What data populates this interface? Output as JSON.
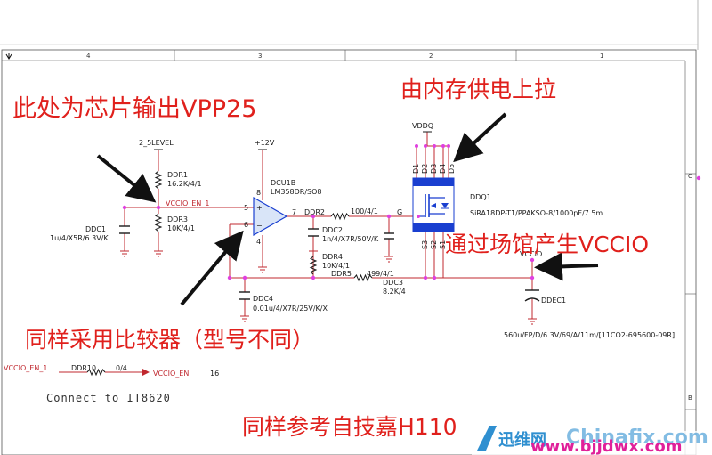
{
  "ruler": {
    "cols": [
      "4",
      "3",
      "2",
      "1"
    ]
  },
  "annotations": {
    "vpp25": "此处为芯片输出VPP25",
    "vddq_pullup": "由内存供电上拉",
    "vccio": "通过场馆产生VCCIO",
    "comparator": "同样采用比较器（型号不同）",
    "reference": "同样参考自技嘉H110"
  },
  "nets": {
    "level": "2_5LEVEL",
    "vcc12": "+12V",
    "vddq": "VDDQ",
    "vccio_en_1": "VCCIO_EN_1",
    "vccio": "VCCIO",
    "vccio_en": "VCCIO_EN",
    "gate": "G"
  },
  "parts": {
    "ddr1": {
      "ref": "DDR1",
      "value": "16.2K/4/1"
    },
    "ddr3": {
      "ref": "DDR3",
      "value": "10K/4/1"
    },
    "ddc1": {
      "ref": "DDC1",
      "value": "1u/4/X5R/6.3V/K"
    },
    "dcu1b": {
      "ref": "DCU1B",
      "value": "LM358DR/SO8"
    },
    "ddr2": {
      "ref": "DDR2",
      "value": "100/4/1"
    },
    "ddc2": {
      "ref": "DDC2",
      "value": "1n/4/X7R/50V/K"
    },
    "ddr4": {
      "ref": "DDR4",
      "value": "10K/4/1"
    },
    "ddr5": {
      "ref": "DDR5",
      "value": "499/4/1"
    },
    "ddc3": {
      "ref": "DDC3",
      "value": "8.2K/4"
    },
    "ddc4": {
      "ref": "DDC4",
      "value": "0.01u/4/X7R/25V/K/X"
    },
    "ddq1": {
      "ref": "DDQ1",
      "value": "SiRA18DP-T1/PPAKSO-8/1000pF/7.5m"
    },
    "ddec1": {
      "ref": "DDEC1",
      "value": "560u/FP/D/6.3V/69/A/11m/[11CO2-695600-09R]"
    },
    "ddr10": {
      "ref": "DDR10",
      "value": "0/4"
    }
  },
  "pins": {
    "p5": "5",
    "p6": "6",
    "p7": "7",
    "p8": "8",
    "p4": "4",
    "p16": "16",
    "d1": "D1",
    "d2": "D2",
    "d3": "D3",
    "d4": "D4",
    "d5": "D5",
    "s1": "S1",
    "s2": "S2",
    "s3": "S3"
  },
  "connect_note": "Connect to IT8620",
  "watermark": {
    "brand_cn": "迅维网",
    "brand_en": "Chinafix.com",
    "url": "www.bjjdwx.com"
  },
  "colors": {
    "wire": "#c0282f",
    "pin_dot": "#e040e0",
    "annotation": "#e0201c",
    "chip_fill": "#2a6fd6",
    "mosfet_blue": "#1a3fd0"
  }
}
